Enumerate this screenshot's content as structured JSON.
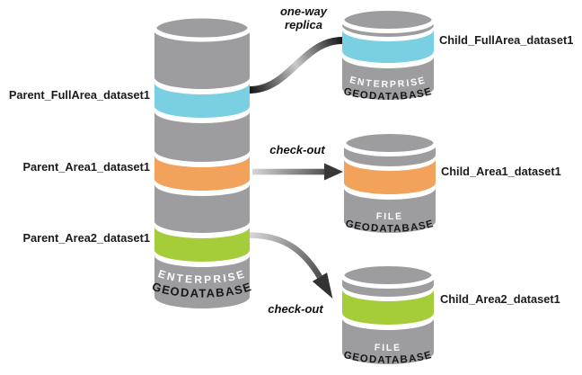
{
  "colors": {
    "cylinder_gray": "#9d9d9f",
    "replica_cyan": "#7bcfe3",
    "checkout_orange": "#f3a25c",
    "checkout_green": "#a5cd39",
    "arrow_dark": "#2e2e2e",
    "arrow_light": "#d2d2d2",
    "label_text": "#1b1b1b",
    "db_text_white": "#ffffff",
    "background": "#ffffff"
  },
  "parent_db": {
    "type_line1": "ENTERPRISE",
    "type_line2": "GEODATABASE",
    "datasets": [
      {
        "name": "Parent_FullArea_dataset1",
        "color": "#7bcfe3"
      },
      {
        "name": "Parent_Area1_dataset1",
        "color": "#f3a25c"
      },
      {
        "name": "Parent_Area2_dataset1",
        "color": "#a5cd39"
      }
    ]
  },
  "child_dbs": [
    {
      "name": "Child_FullArea_dataset1",
      "type_line1": "ENTERPRISE",
      "type_line2": "GEODATABASE",
      "color": "#7bcfe3"
    },
    {
      "name": "Child_Area1_dataset1",
      "type_line1": "FILE",
      "type_line2": "GEODATABASE",
      "color": "#f3a25c"
    },
    {
      "name": "Child_Area2_dataset1",
      "type_line1": "FILE",
      "type_line2": "GEODATABASE",
      "color": "#a5cd39"
    }
  ],
  "arrows": [
    {
      "label_line1": "one-way",
      "label_line2": "replica"
    },
    {
      "label": "check-out"
    },
    {
      "label": "check-out"
    }
  ]
}
